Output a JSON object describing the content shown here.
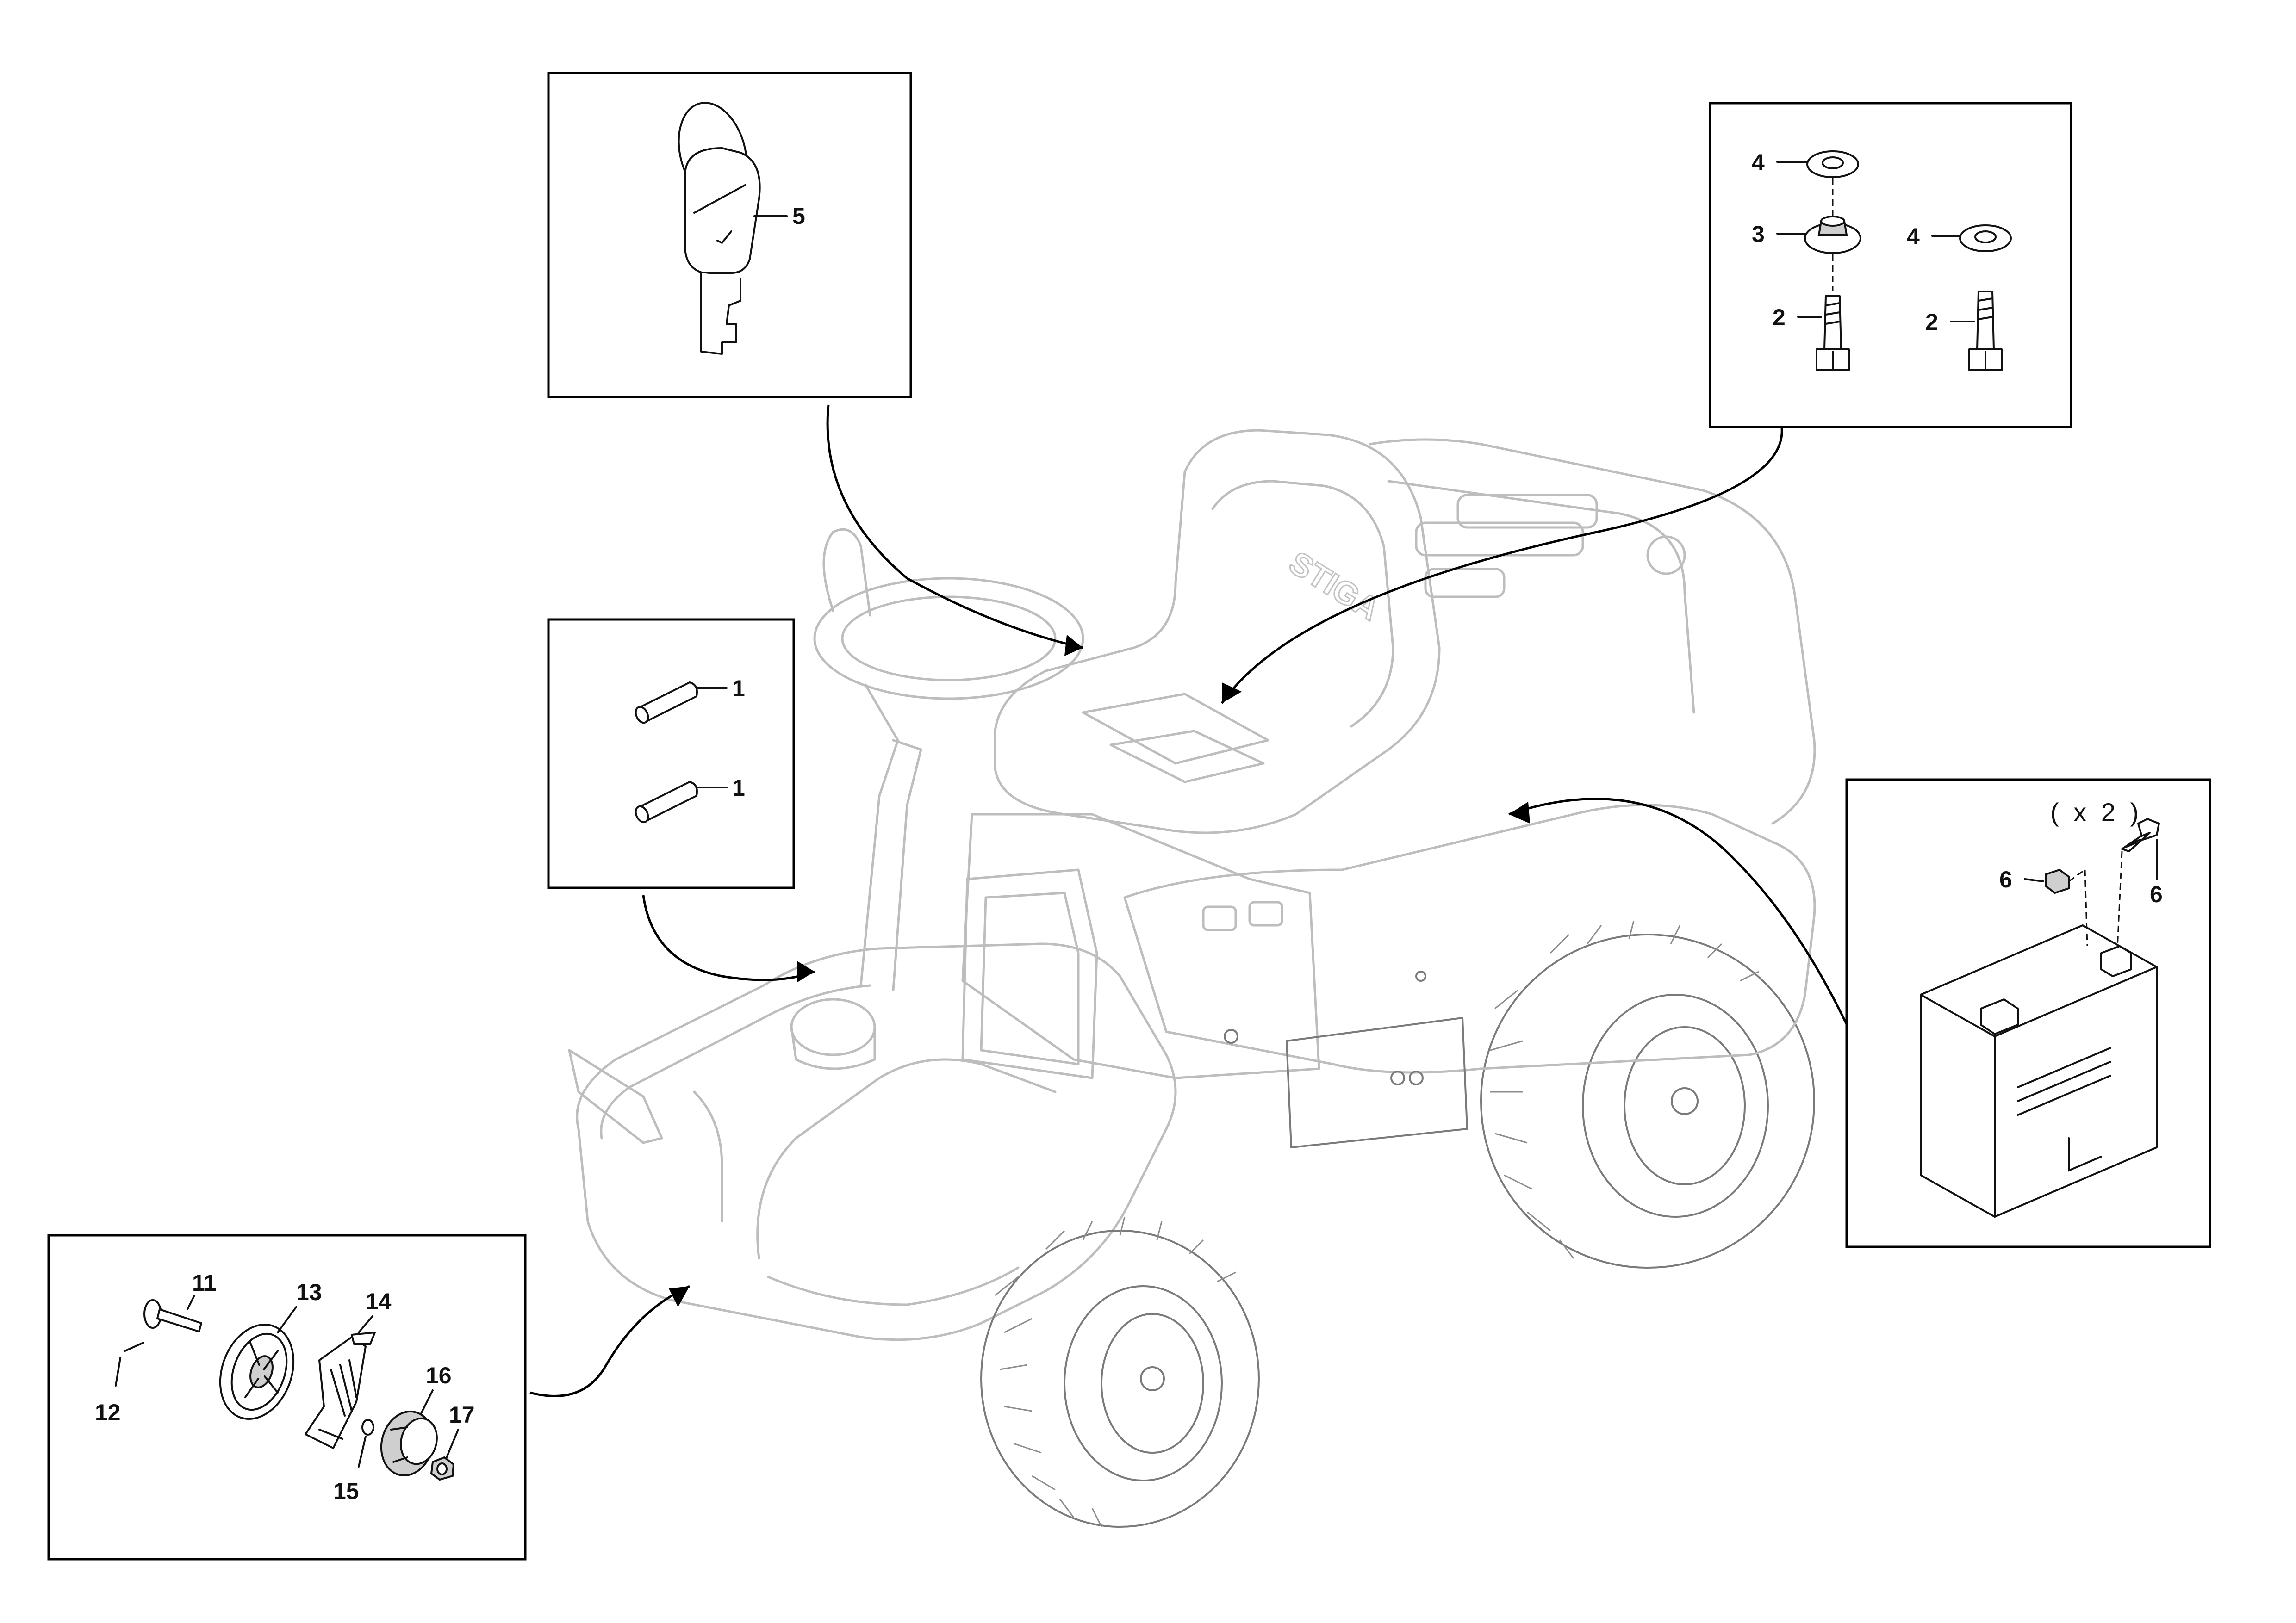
{
  "colors": {
    "outline_mower": "#bdbdbd",
    "outline_parts": "#111111",
    "background": "#ffffff"
  },
  "quantity_note": "( x 2 )",
  "callouts": {
    "c1a": "1",
    "c1b": "1",
    "c2a": "2",
    "c2b": "2",
    "c3": "3",
    "c4a": "4",
    "c4b": "4",
    "c5": "5",
    "c6a": "6",
    "c6b": "6",
    "c11": "11",
    "c12": "12",
    "c13": "13",
    "c14": "14",
    "c15": "15",
    "c16": "16",
    "c17": "17"
  },
  "brand_mark": "STIGA",
  "panels": [
    {
      "name": "key-detail",
      "parts": [
        "5"
      ]
    },
    {
      "name": "pins-detail",
      "parts": [
        "1",
        "1"
      ]
    },
    {
      "name": "seat-fastener-detail",
      "parts": [
        "4",
        "3",
        "2",
        "4",
        "2"
      ]
    },
    {
      "name": "battery-detail",
      "parts": [
        "6",
        "6"
      ]
    },
    {
      "name": "wheel-assembly-detail",
      "parts": [
        "11",
        "12",
        "13",
        "14",
        "15",
        "16",
        "17"
      ]
    }
  ]
}
